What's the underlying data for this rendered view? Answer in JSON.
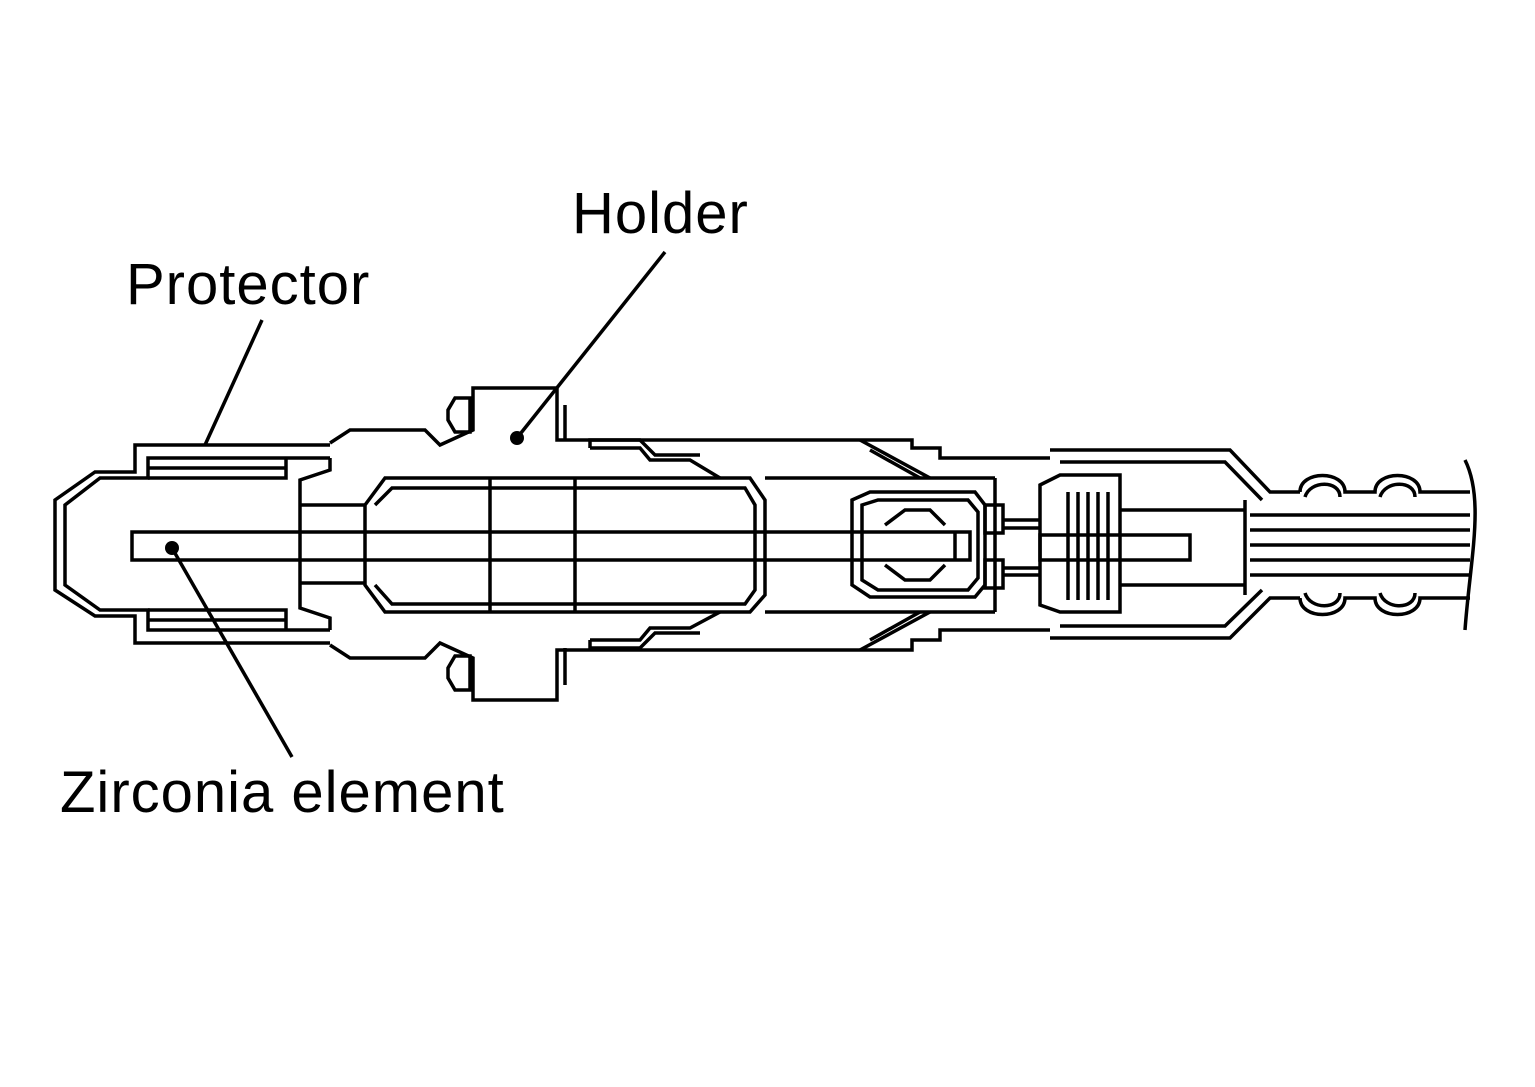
{
  "labels": {
    "holder": "Holder",
    "protector": "Protector",
    "zirconia": "Zirconia element"
  },
  "colors": {
    "line": "#000000",
    "background": "#ffffff"
  }
}
